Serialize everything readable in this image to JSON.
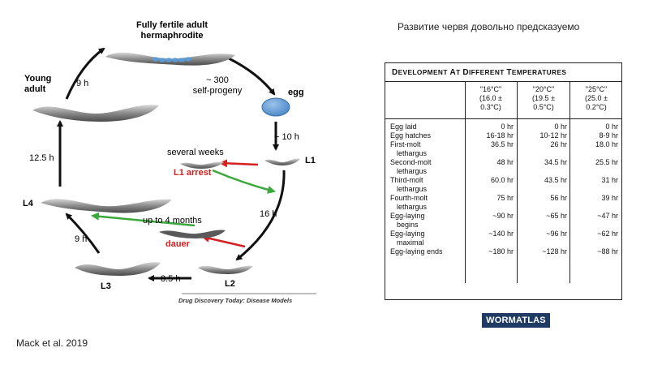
{
  "slide": {
    "title": "Развитие червя довольно предсказуемо",
    "citation": "Mack et al. 2019",
    "logo_text": "WORMATLAS"
  },
  "diagram": {
    "fertile_adult": [
      "Fully fertile adult",
      "hermaphrodite"
    ],
    "young_adult": [
      "Young",
      "adult"
    ],
    "progeny": [
      "~ 300",
      "self-progeny"
    ],
    "egg": "egg",
    "stage_l1": "L1",
    "stage_l2": "L2",
    "stage_l3": "L3",
    "stage_l4": "L4",
    "t_egg_l1": "~ 10 h",
    "t_l1_l2": "16 h",
    "t_l2_l3": "8.5 h",
    "t_l3_l4": "9 h",
    "t_l4_young": "12.5 h",
    "t_young_adult": "9 h",
    "several_weeks": "several weeks",
    "l1_arrest": "L1 arrest",
    "up_to_4_months": "up to 4 months",
    "dauer": "dauer",
    "source": "Drug Discovery Today: Disease Models",
    "colors": {
      "arrest_arrow": "#d42020",
      "recovery_arrow": "#3aa83a",
      "egg": "#5b9bd5"
    }
  },
  "table": {
    "title_big": [
      "D",
      "A",
      "D",
      "T"
    ],
    "title_small": [
      "EVELOPMENT ",
      "T ",
      "IFFERENT ",
      "EMPERATURES"
    ],
    "headers": [
      [
        "\"16°C\"",
        "(16.0 ±",
        "0.3°C)"
      ],
      [
        "\"20°C\"",
        "(19.5 ±",
        "0.5°C)"
      ],
      [
        "\"25°C\"",
        "(25.0 ±",
        "0.2°C)"
      ]
    ],
    "rows": [
      {
        "event": [
          "Egg laid"
        ],
        "v16": "0 hr",
        "v20": "0 hr",
        "v25": "0 hr"
      },
      {
        "event": [
          "Egg hatches"
        ],
        "v16": "16-18 hr",
        "v20": "10-12 hr",
        "v25": "8-9 hr"
      },
      {
        "event": [
          "First-molt",
          "lethargus"
        ],
        "v16": "36.5 hr",
        "v20": "26 hr",
        "v25": "18.0 hr"
      },
      {
        "event": [
          "Second-molt",
          "lethargus"
        ],
        "v16": "48 hr",
        "v20": "34.5 hr",
        "v25": "25.5 hr"
      },
      {
        "event": [
          "Third-molt",
          "lethargus"
        ],
        "v16": "60.0 hr",
        "v20": "43.5 hr",
        "v25": "31 hr"
      },
      {
        "event": [
          "Fourth-molt",
          "lethargus"
        ],
        "v16": "75 hr",
        "v20": "56 hr",
        "v25": "39 hr"
      },
      {
        "event": [
          "Egg-laying",
          "begins"
        ],
        "v16": "~90 hr",
        "v20": "~65 hr",
        "v25": "~47 hr"
      },
      {
        "event": [
          "Egg-laying",
          "maximal"
        ],
        "v16": "~140 hr",
        "v20": "~96 hr",
        "v25": "~62 hr"
      },
      {
        "event": [
          "Egg-laying ends"
        ],
        "v16": "~180 hr",
        "v20": "~128 hr",
        "v25": "~88 hr"
      }
    ]
  }
}
